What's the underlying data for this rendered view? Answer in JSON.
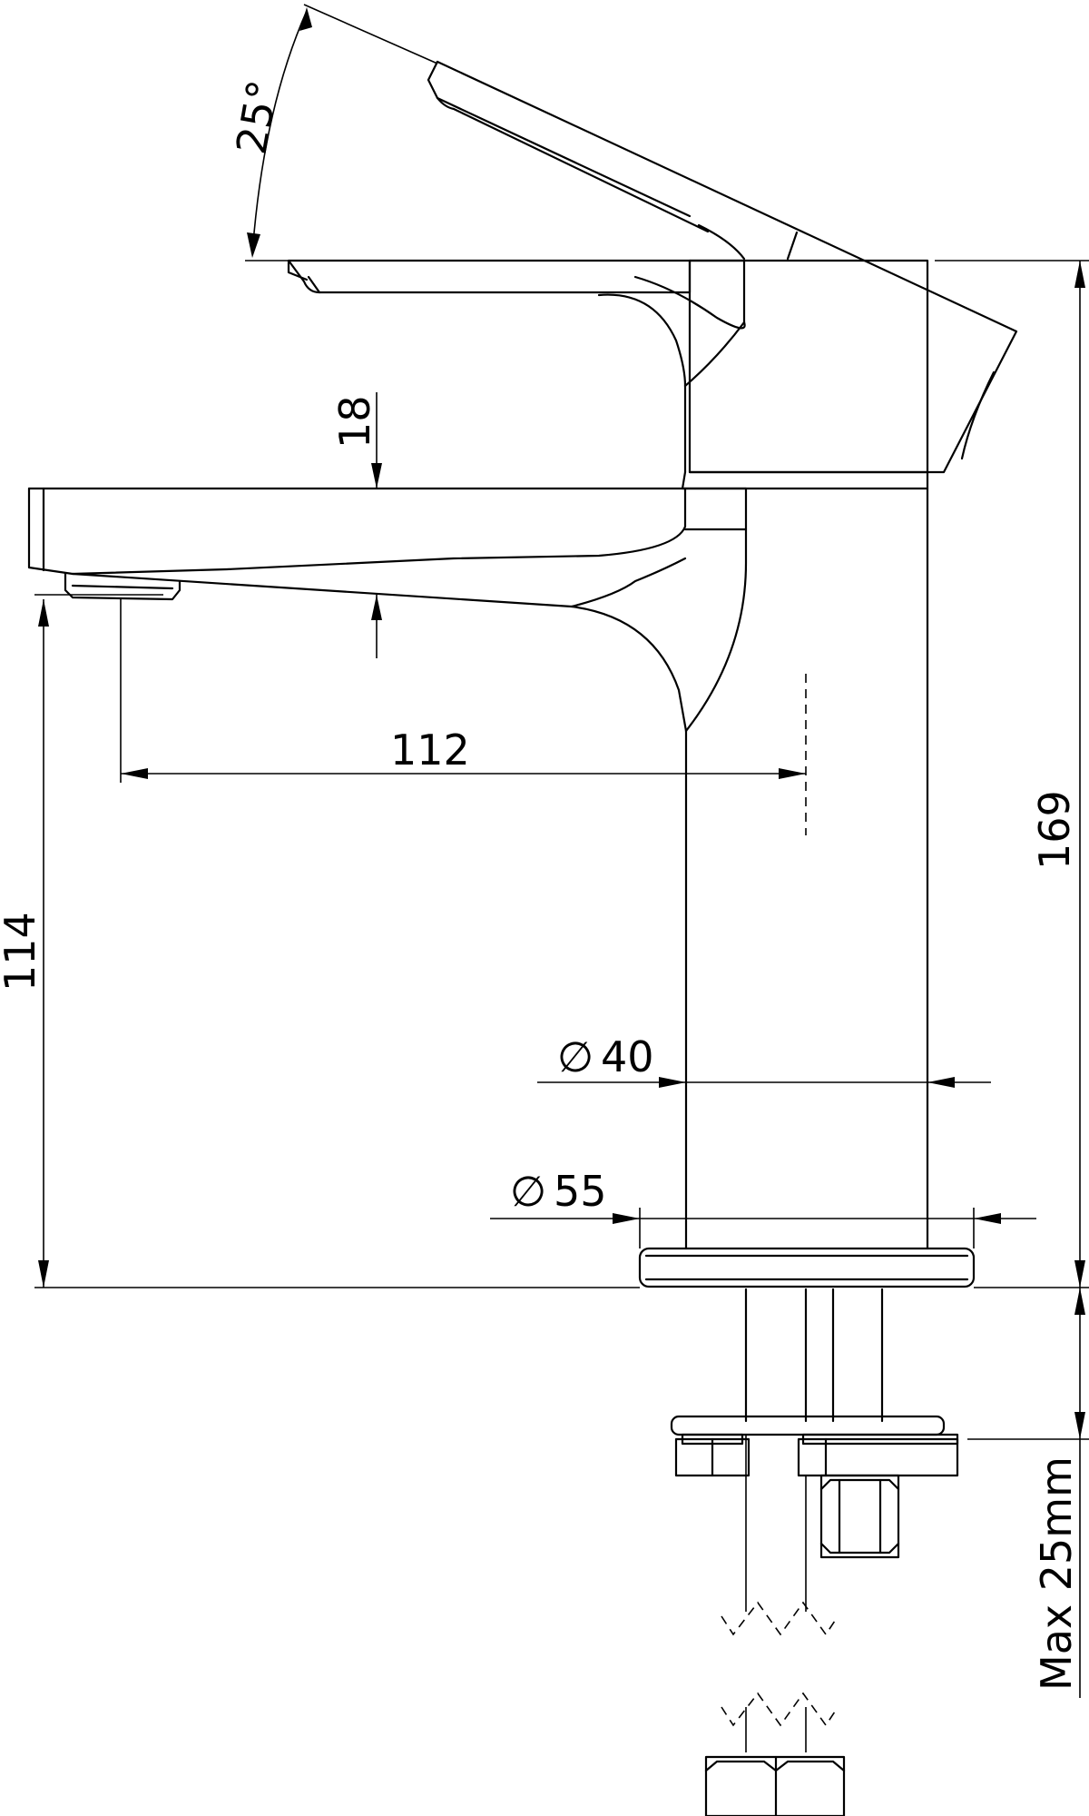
{
  "dimensions": {
    "lever_angle": "25°",
    "spout_thickness": "18",
    "spout_reach": "112",
    "overall_height": "169",
    "spout_height": "114",
    "body_diameter": "40",
    "base_diameter": "55",
    "max_mounting": "Max 25mm"
  },
  "diameter_symbol": "∅"
}
